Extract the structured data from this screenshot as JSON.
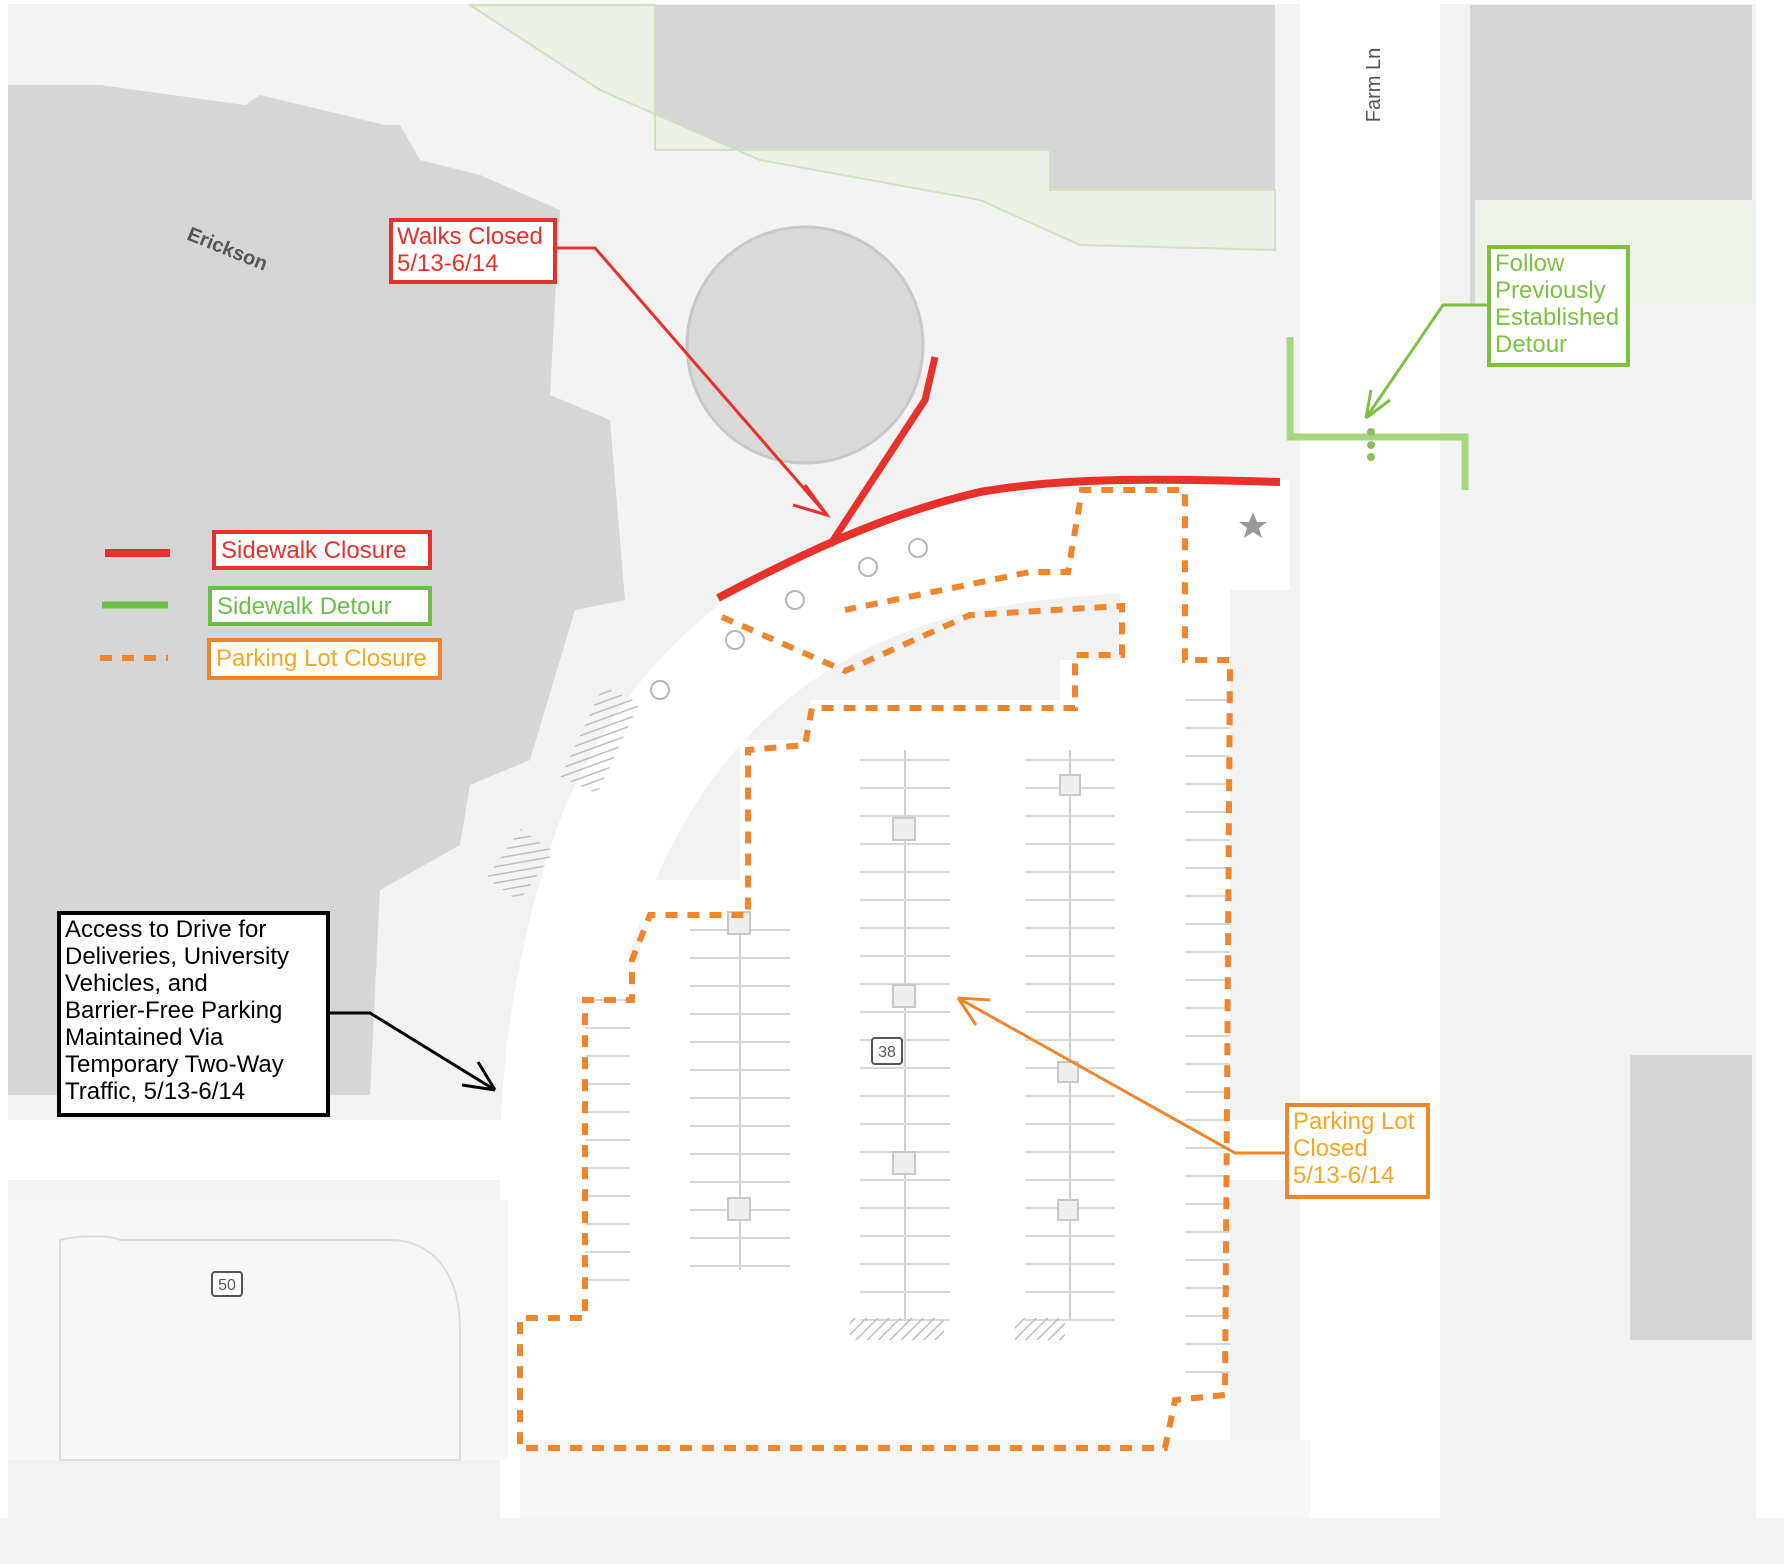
{
  "map": {
    "street_labels": {
      "farm_ln": "Farm Ln",
      "erickson": "Erickson"
    },
    "lot_numbers": {
      "lot_38": "38",
      "lot_50": "50"
    }
  },
  "legend": {
    "sidewalk_closure": {
      "label": "Sidewalk Closure",
      "color": "#e8312a"
    },
    "sidewalk_detour": {
      "label": "Sidewalk Detour",
      "color": "#6abf45"
    },
    "parking_lot_closure": {
      "label": "Parking Lot Closure",
      "color": "#f0852d"
    }
  },
  "callouts": {
    "walks_closed": {
      "text": "Walks Closed\n5/13-6/14",
      "color": "#e8312a"
    },
    "follow_detour": {
      "text": "Follow\nPreviously\nEstablished\nDetour",
      "color": "#7cc142"
    },
    "parking_lot_closed": {
      "text": "Parking Lot\nClosed\n5/13-6/14",
      "color": "#f0852d",
      "text_color": "#f5a623"
    },
    "access_drive": {
      "text": "Access to Drive for\nDeliveries, University\nVehicles, and\nBarrier-Free Parking\nMaintained Via\nTemporary Two-Way\nTraffic, 5/13-6/14",
      "color": "#000000"
    }
  },
  "icons": [
    "accessible-parking-icon",
    "star-icon"
  ]
}
